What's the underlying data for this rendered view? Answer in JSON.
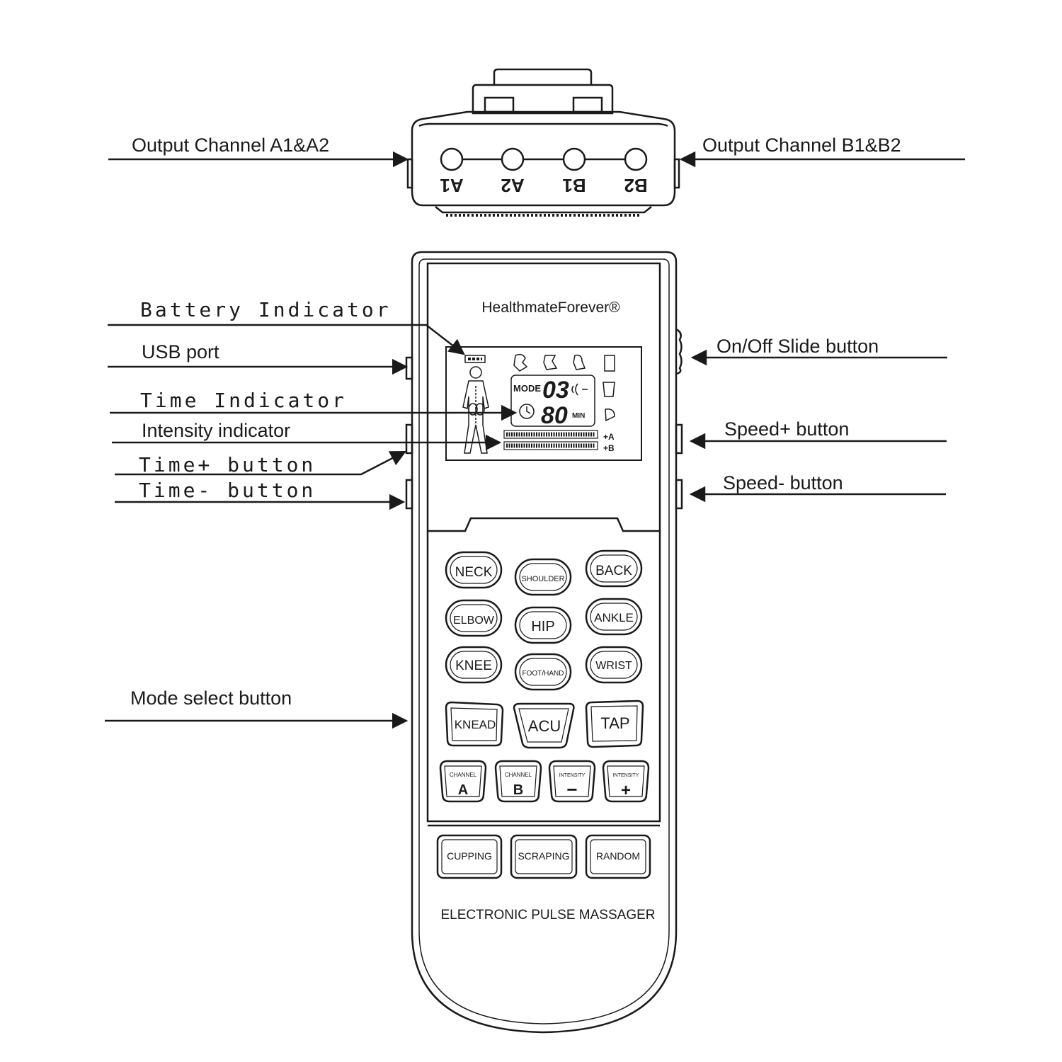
{
  "top_view": {
    "ports": [
      "A1",
      "A2",
      "B1",
      "B2"
    ]
  },
  "callouts": {
    "output_a": "Output  Channel A1&A2",
    "output_b": "Output  Channel B1&B2",
    "battery": "Battery Indicator",
    "usb": "USB port",
    "time_indicator": "Time Indicator",
    "intensity_indicator": "Intensity  indicator",
    "time_plus": "Time+ button",
    "time_minus": "Time- button",
    "mode_select": "Mode select button",
    "on_off": "On/Off Slide button",
    "speed_plus": "Speed+  button",
    "speed_minus": "Speed-  button"
  },
  "device": {
    "brand": "HealthmateForever®",
    "footer": "ELECTRONIC PULSE MASSAGER",
    "lcd": {
      "mode_label": "MODE",
      "mode_value": "03",
      "time_value": "80",
      "time_unit": "MIN",
      "channel_a": "+A",
      "channel_b": "+B"
    },
    "body_buttons": [
      {
        "label": "NECK"
      },
      {
        "label": "SHOULDER"
      },
      {
        "label": "BACK"
      },
      {
        "label": "ELBOW"
      },
      {
        "label": "HIP"
      },
      {
        "label": "ANKLE"
      },
      {
        "label": "KNEE"
      },
      {
        "label": "FOOT/HAND"
      },
      {
        "label": "WRIST"
      }
    ],
    "mode_buttons": [
      {
        "label": "KNEAD"
      },
      {
        "label": "ACU"
      },
      {
        "label": "TAP"
      }
    ],
    "control_buttons": [
      {
        "caption": "CHANNEL",
        "symbol": "A"
      },
      {
        "caption": "CHANNEL",
        "symbol": "B"
      },
      {
        "caption": "INTENSITY",
        "symbol": "−"
      },
      {
        "caption": "INTENSITY",
        "symbol": "+"
      }
    ],
    "bottom_buttons": [
      {
        "label": "CUPPING"
      },
      {
        "label": "SCRAPING"
      },
      {
        "label": "RANDOM"
      }
    ]
  }
}
